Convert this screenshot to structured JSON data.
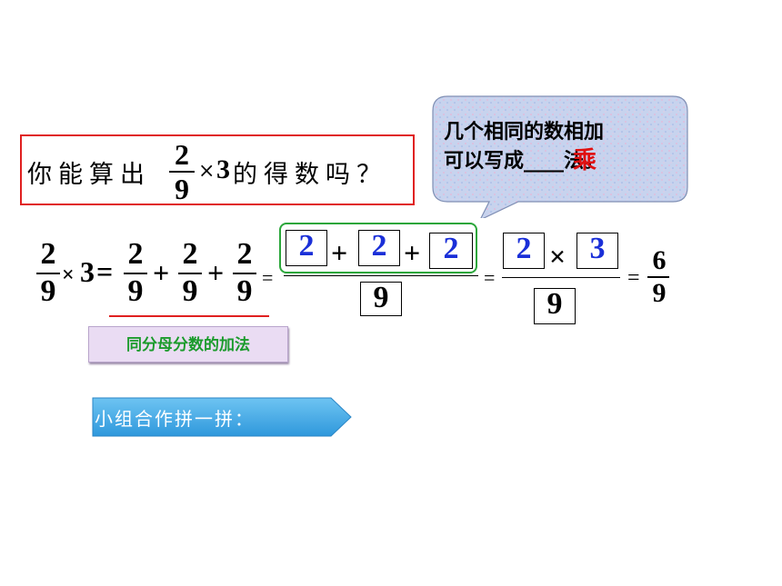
{
  "question": {
    "prefix": "你能算出",
    "fraction": {
      "numerator": "2",
      "denominator": "9"
    },
    "times": "×",
    "multiplier": "3",
    "suffix": "的得数吗？"
  },
  "bubble": {
    "line1": "几个相同的数相加",
    "line2": "可以写成____法。",
    "answer": "乘"
  },
  "equation": {
    "lhs": {
      "numerator": "2",
      "denominator": "9",
      "times": "×",
      "multiplier": "3",
      "equals": "="
    },
    "addends": [
      {
        "numerator": "2",
        "denominator": "9"
      },
      {
        "numerator": "2",
        "denominator": "9"
      },
      {
        "numerator": "2",
        "denominator": "9"
      }
    ],
    "plus": "+",
    "equals": "=",
    "sum_fraction": {
      "terms": [
        "2",
        "2",
        "2"
      ],
      "plus": "+",
      "denominator": "9"
    },
    "product_fraction": {
      "terms": [
        "2",
        "3"
      ],
      "times": "×",
      "denominator": "9"
    },
    "result": {
      "numerator": "6",
      "denominator": "9"
    }
  },
  "method_label": "同分母分数的加法",
  "group_activity": "小组合作拼一拼：",
  "colors": {
    "question_border": "#e02020",
    "answer_red": "#e01010",
    "box_blue_text": "#1a2fd8",
    "green_bracket": "#2aa63a",
    "underline_red": "#e02020",
    "label_green": "#1b9b2c",
    "arrow_blue": "#3fa8e6"
  }
}
